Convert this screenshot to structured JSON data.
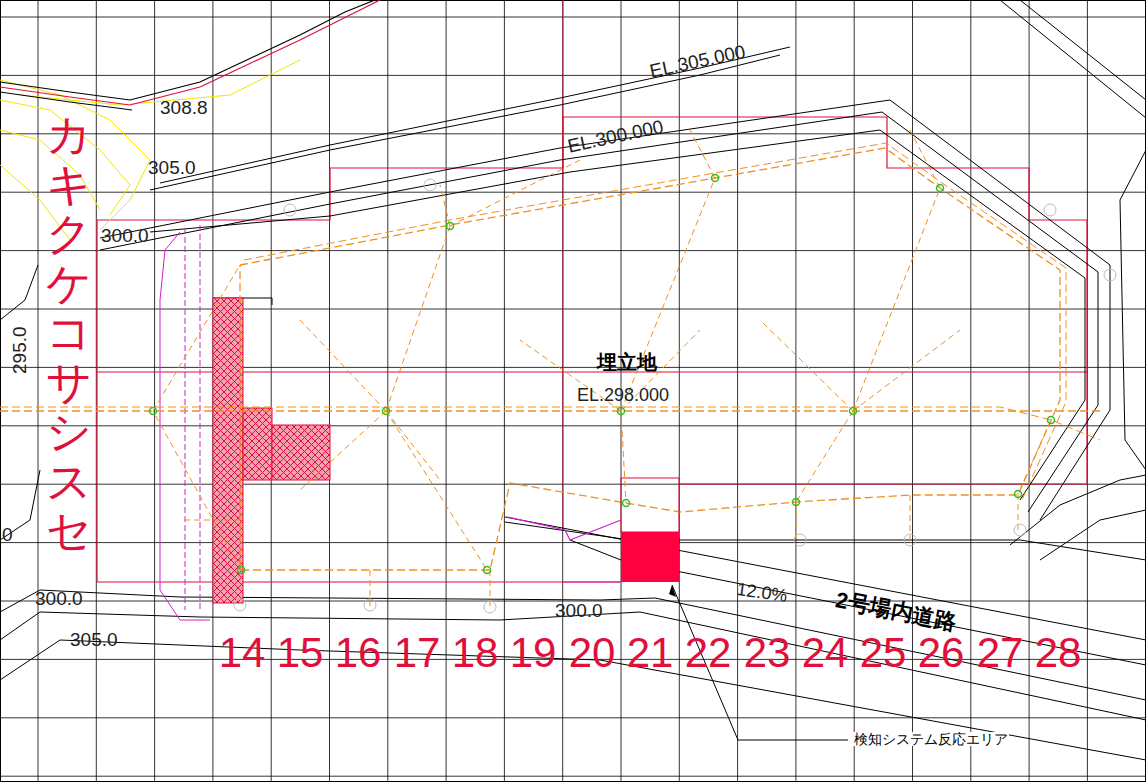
{
  "diagram": {
    "labels": [
      "カキクケコサシスセ",
      "308.8",
      "EL.305.000",
      "305.0",
      "EL.300.000",
      "300.0",
      "埋立地",
      "295.0",
      "EL.298.000",
      "0",
      "12.0%",
      "300.0",
      "300.0",
      "2号場内道路",
      "305.0",
      "14",
      "15",
      "16",
      "17",
      "18",
      "19",
      "20",
      "21",
      "22",
      "23",
      "24",
      "25",
      "26",
      "27",
      "28",
      "検知システム反応エリア"
    ]
  }
}
